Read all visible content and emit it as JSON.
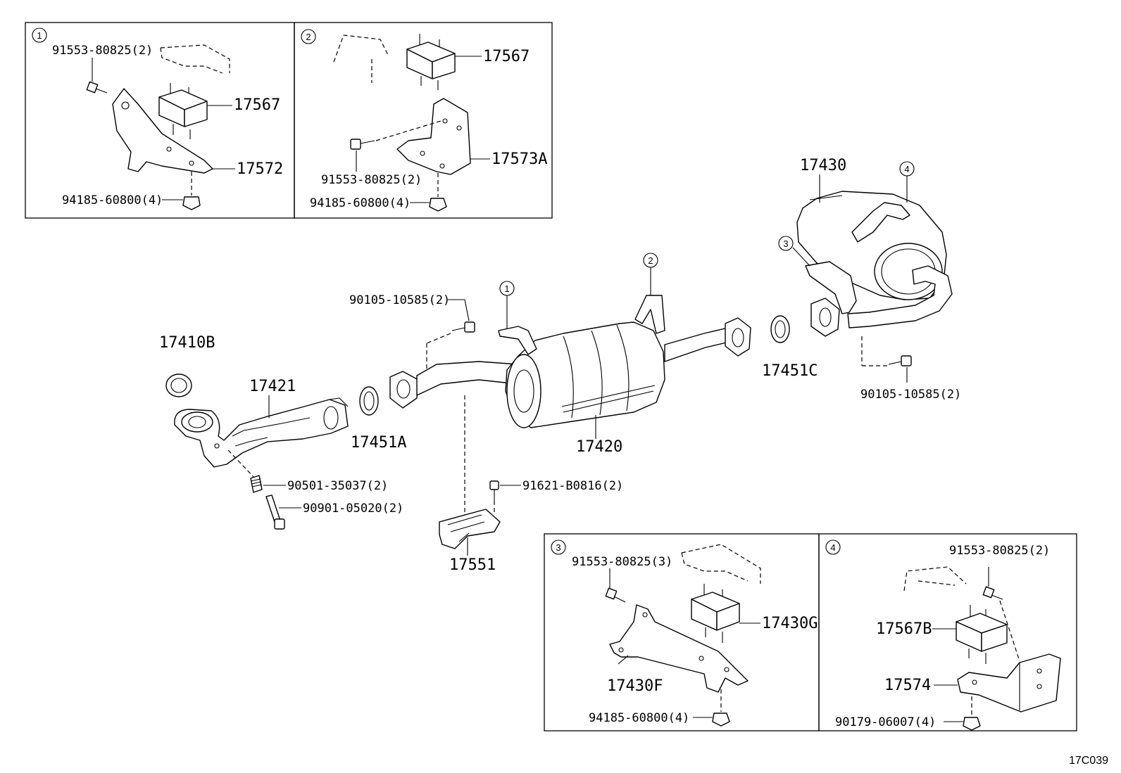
{
  "reference_code": "17C039",
  "callouts": [
    "1",
    "2",
    "3",
    "4"
  ],
  "insets": {
    "inset1": {
      "callout": "1",
      "labels": {
        "bolt": "91553-80825(2)",
        "mount": "17567",
        "bracket": "17572",
        "nut": "94185-60800(4)"
      }
    },
    "inset2": {
      "callout": "2",
      "labels": {
        "mount": "17567",
        "bracket": "17573A",
        "bolt": "91553-80825(2)",
        "nut": "94185-60800(4)"
      }
    },
    "inset3": {
      "callout": "3",
      "labels": {
        "bolt": "91553-80825(3)",
        "mount": "17430G",
        "bracket": "17430F",
        "nut": "94185-60800(4)"
      }
    },
    "inset4": {
      "callout": "4",
      "labels": {
        "bolt": "91553-80825(2)",
        "mount": "17567B",
        "bracket": "17574",
        "nut": "90179-06007(4)"
      }
    }
  },
  "main": {
    "labels": {
      "gasket_front": "17410B",
      "front_pipe": "17421",
      "gasket_a": "17451A",
      "spring": "90501-35037(2)",
      "stud_bolt": "90901-05020(2)",
      "center_bolt": "90105-10585(2)",
      "center_pipe": "17420",
      "hanger_bolt": "91621-B0816(2)",
      "hanger": "17551",
      "gasket_c": "17451C",
      "tail_pipe": "17430",
      "tail_bolt": "90105-10585(2)"
    }
  }
}
